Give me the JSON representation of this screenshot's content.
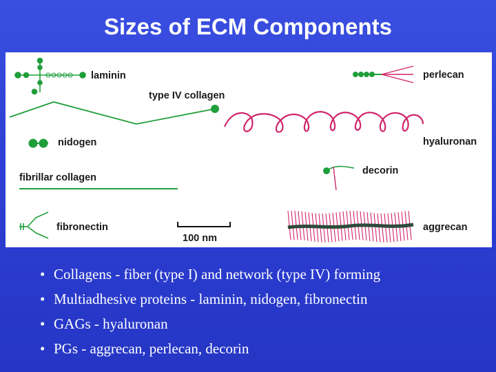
{
  "slide": {
    "title": "Sizes of ECM Components"
  },
  "figure": {
    "labels": {
      "laminin": "laminin",
      "type_iv_collagen": "type IV collagen",
      "nidogen": "nidogen",
      "fibrillar_collagen": "fibrillar collagen",
      "fibronectin": "fibronectin",
      "perlecan": "perlecan",
      "hyaluronan": "hyaluronan",
      "decorin": "decorin",
      "aggrecan": "aggrecan"
    },
    "scale_bar": {
      "label": "100 nm"
    }
  },
  "bullets": [
    {
      "marker": "•",
      "text": "Collagens - fiber (type I) and network (type IV) forming"
    },
    {
      "marker": "•",
      "text": "Multiadhesive proteins - laminin, nidogen, fibronectin"
    },
    {
      "marker": "•",
      "text": "GAGs - hyaluronan"
    },
    {
      "marker": "•",
      "text": "PGs - aggrecan, perlecan, decorin"
    }
  ],
  "colors": {
    "background": "#2d3fd6",
    "title_text": "#ffffff",
    "protein_green": "#1f9e3a",
    "glycan_magenta": "#d0246a",
    "aggrecan_core": "#2f4a3a",
    "label_text": "#1a1a1a"
  }
}
